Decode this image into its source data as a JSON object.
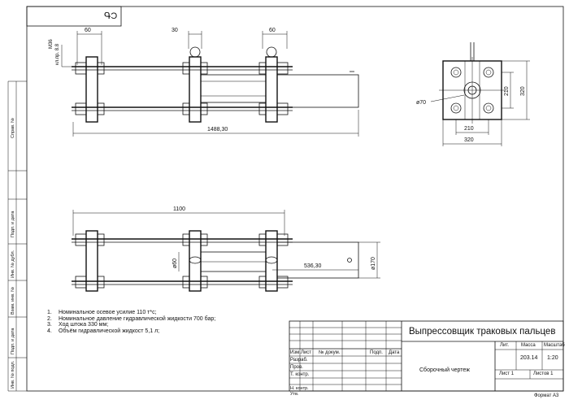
{
  "sheet": {
    "stamp": "ԳƆ",
    "format": "Формат А3"
  },
  "side_labels": [
    "Справ. №",
    "Подп. и дата",
    "Инв. № дубл.",
    "Взам. инв. №",
    "Подп. и дата",
    "Инв. № подл."
  ],
  "top_view": {
    "dims": [
      "60",
      "30",
      "60",
      "1488,30"
    ],
    "bolt_label": "M36",
    "steel_label": "кл.пр. 8.8"
  },
  "end_view": {
    "dims": [
      "ø70",
      "210",
      "320",
      "210",
      "320"
    ]
  },
  "front_view": {
    "dims": [
      "1100",
      "ø60",
      "536,30",
      "ø170"
    ]
  },
  "notes": [
    {
      "n": "1.",
      "text": "Номинальное осевое усилие 110 т*с;"
    },
    {
      "n": "2.",
      "text": "Номинальное давление гидравлической жидкости 700 бар;"
    },
    {
      "n": "3.",
      "text": "Ход штока 330 мм;"
    },
    {
      "n": "4.",
      "text": "Объём гидравлической жидкост 5,1 л;"
    }
  ],
  "title_block": {
    "title": "Выпрессовщик траковых пальцев",
    "subtitle": "Сборочный чертеж",
    "col_headers": [
      "Изм.",
      "Лист",
      "№ докум.",
      "Подп.",
      "Дата"
    ],
    "roles": [
      "Разраб.",
      "Пров.",
      "Т. контр.",
      "",
      "Н. контр.",
      "Утв."
    ],
    "lit_label": "Лит.",
    "mass_label": "Масса",
    "scale_label": "Масштаб",
    "mass": "203.14",
    "scale": "1:20",
    "sheet_label": "Лист 1",
    "sheets_label": "Листов 1"
  }
}
